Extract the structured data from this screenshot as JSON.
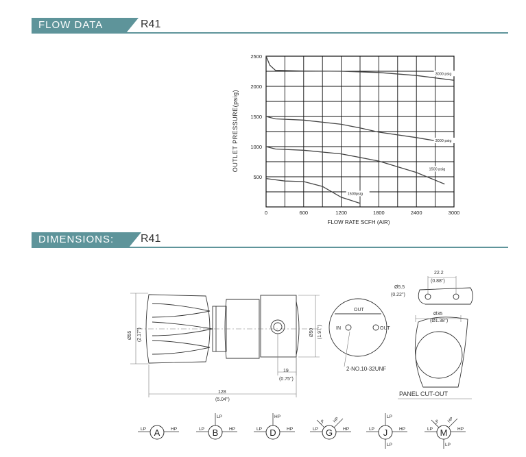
{
  "sections": {
    "flow": {
      "label": "FLOW DATA",
      "model": "R41"
    },
    "dims": {
      "label": "DIMENSIONS:",
      "model": "R41"
    }
  },
  "chart_data": {
    "type": "line",
    "xlabel": "FLOW RATE SCFH (AIR)",
    "ylabel": "OUTLET PRESSURE(psig)",
    "xlim": [
      0,
      3000
    ],
    "ylim": [
      0,
      2500
    ],
    "xticks": [
      0,
      600,
      1200,
      1800,
      2400,
      3000
    ],
    "yticks": [
      500,
      1000,
      1500,
      2000,
      2500
    ],
    "grid": true,
    "series": [
      {
        "name": "3000 psig",
        "points": [
          [
            0,
            2500
          ],
          [
            60,
            2350
          ],
          [
            150,
            2265
          ],
          [
            600,
            2255
          ],
          [
            1200,
            2250
          ],
          [
            1800,
            2230
          ],
          [
            2400,
            2180
          ],
          [
            2700,
            2140
          ],
          [
            3000,
            2100
          ]
        ]
      },
      {
        "name": "3000 psig",
        "points": [
          [
            0,
            1500
          ],
          [
            150,
            1460
          ],
          [
            600,
            1440
          ],
          [
            1200,
            1370
          ],
          [
            1500,
            1310
          ],
          [
            1800,
            1240
          ],
          [
            2400,
            1150
          ],
          [
            2850,
            1070
          ]
        ]
      },
      {
        "name": "1500 psig",
        "points": [
          [
            0,
            1000
          ],
          [
            150,
            960
          ],
          [
            600,
            940
          ],
          [
            1200,
            880
          ],
          [
            1800,
            760
          ],
          [
            2400,
            570
          ],
          [
            2850,
            380
          ]
        ]
      },
      {
        "name": "1500psig",
        "points": [
          [
            0,
            470
          ],
          [
            300,
            430
          ],
          [
            600,
            420
          ],
          [
            900,
            340
          ],
          [
            1200,
            160
          ],
          [
            1500,
            60
          ]
        ]
      }
    ]
  },
  "dimensions": {
    "d_55": "Ø55",
    "d_55_in": "(2.17\")",
    "d_50": "Ø50",
    "d_50_in": "(1.97\")",
    "d_19": "19",
    "d_19_in": "(0.75\")",
    "d_128": "128",
    "d_128_in": "(5.04\")",
    "out_top": "OUT",
    "in_label": "IN",
    "out_right": "OUT",
    "thread": "2-NO.10-32UNF",
    "d_222": "22.2",
    "d_222_in": "(0.88\")",
    "d_55h": "Ø5.5",
    "d_55h_in": "(0.22\")",
    "d_35": "Ø35",
    "d_35_in": "(Ø1.38\")",
    "panel": "PANEL CUT-OUT"
  },
  "ports": [
    {
      "letter": "A",
      "lp": "LP",
      "hp": "HP"
    },
    {
      "letter": "B",
      "lp": "LP",
      "hp": "HP",
      "up": "LP"
    },
    {
      "letter": "D",
      "lp": "LP",
      "hp": "HP",
      "up": "HP"
    },
    {
      "letter": "G",
      "lp": "LP",
      "hp": "HP",
      "d1": "LP",
      "d2": "HP"
    },
    {
      "letter": "J",
      "lp": "LP",
      "hp": "HP",
      "up": "LP",
      "down": "LP"
    },
    {
      "letter": "M",
      "lp": "LP",
      "hp": "HP",
      "d1": "LP",
      "d2": "HP",
      "down": "LP"
    }
  ]
}
